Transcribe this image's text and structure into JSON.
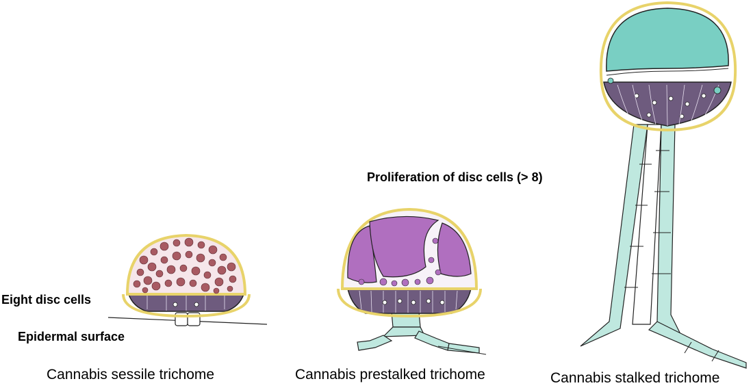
{
  "labels": {
    "eight_disc_cells": "Eight disc cells",
    "epidermal_surface": "Epidermal surface",
    "proliferation": "Proliferation of disc cells (> 8)"
  },
  "captions": {
    "sessile": "Cannabis sessile trichome",
    "prestalked": "Cannabis prestalked trichome",
    "stalked": "Cannabis stalked trichome"
  },
  "colors": {
    "outer_wall": "#e8d36a",
    "sessile_vesicles": "#a85a62",
    "sessile_head_bg": "#f6e6ea",
    "disc_cells": "#6e5b7e",
    "prestalked_vesicles": "#b06fbf",
    "stalk_cells": "#bfe8df",
    "stalked_resin": "#79cfc3"
  }
}
